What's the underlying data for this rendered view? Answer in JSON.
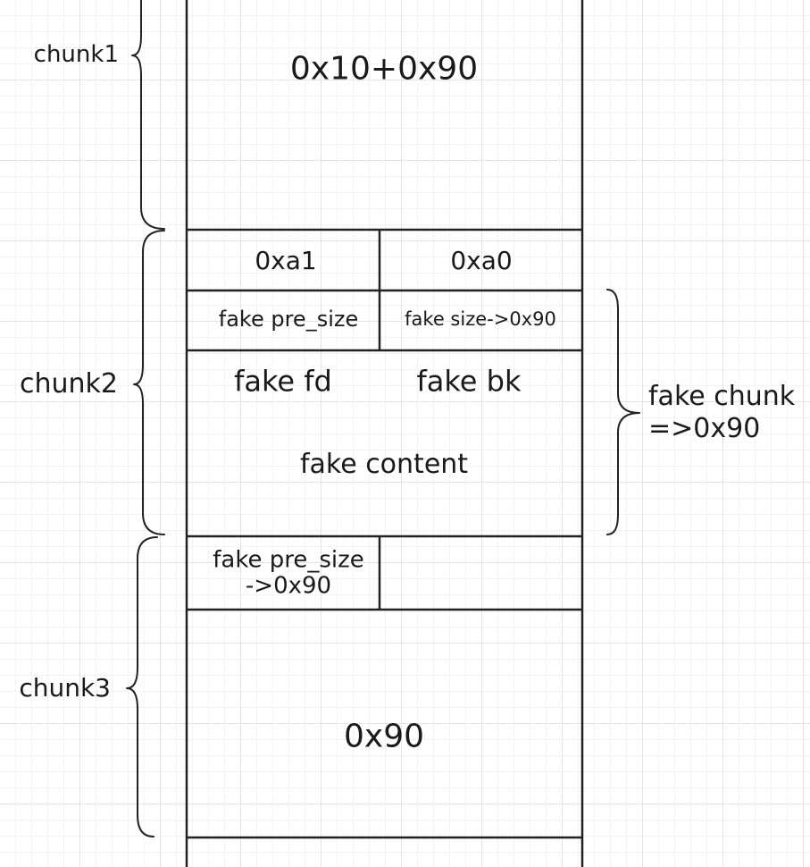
{
  "labels": {
    "chunk1": "chunk1",
    "chunk2": "chunk2",
    "chunk3": "chunk3",
    "fake_chunk_line1": "fake chunk",
    "fake_chunk_line2": "=>0x90"
  },
  "cells": {
    "chunk1_body": "0x10+0x90",
    "prev_size": "0xa1",
    "size": "0xa0",
    "fake_pre_size": "fake pre_size",
    "fake_size": "fake size->0x90",
    "fake_fd": "fake fd",
    "fake_bk": "fake bk",
    "fake_content": "fake content",
    "chunk3_fake_pre_size_line1": "fake pre_size",
    "chunk3_fake_pre_size_line2": "->0x90",
    "chunk3_body": "0x90"
  }
}
